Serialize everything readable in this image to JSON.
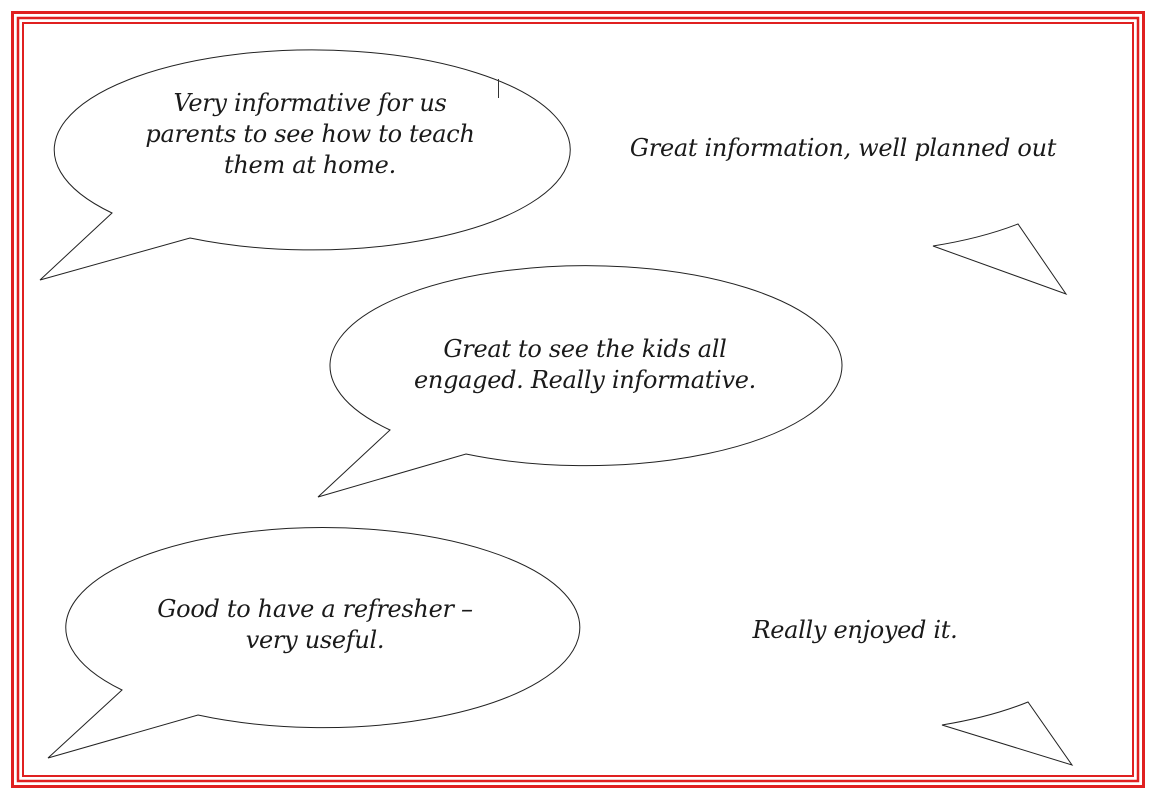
{
  "colors": {
    "border": "#e02020",
    "background": "#ffffff",
    "bubble_stroke": "#222222",
    "text": "#1a1a1a"
  },
  "comments": [
    {
      "id": "comment-1",
      "lines": [
        "Very informative for us",
        "parents to see how to teach",
        "them at home."
      ]
    },
    {
      "id": "comment-2",
      "lines": [
        "Great information, well planned out"
      ]
    },
    {
      "id": "comment-3",
      "lines": [
        "Great to see the kids all",
        "engaged. Really informative."
      ]
    },
    {
      "id": "comment-4",
      "lines": [
        "Good to have a refresher –",
        "very useful."
      ]
    },
    {
      "id": "comment-5",
      "lines": [
        "Really enjoyed it."
      ]
    }
  ]
}
